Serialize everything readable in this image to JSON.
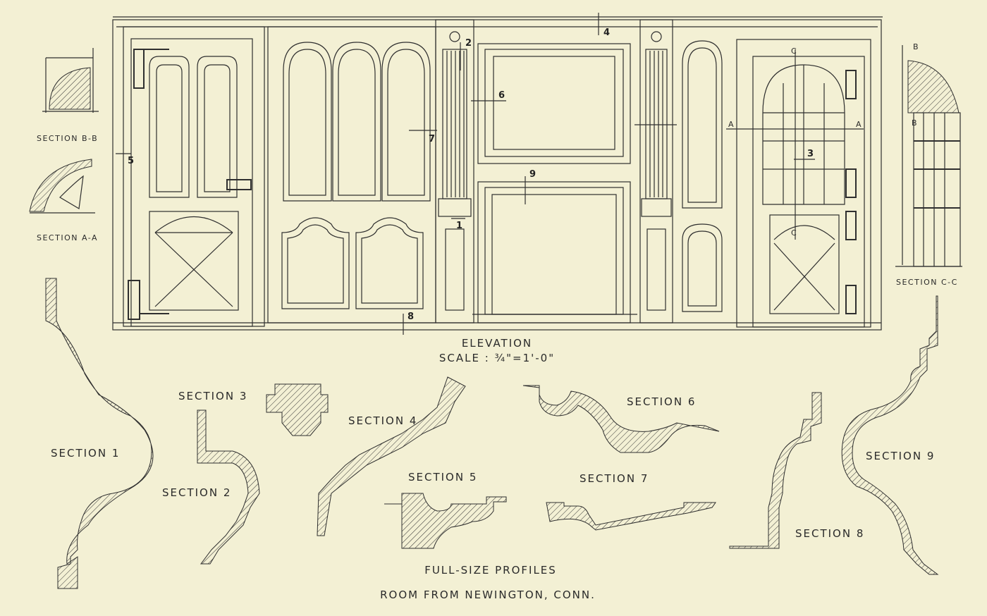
{
  "elevation": {
    "title": "ELEVATION",
    "scale": "SCALE : ¾\"=1'-0\""
  },
  "callouts": [
    "1",
    "2",
    "3",
    "4",
    "5",
    "6",
    "7",
    "8",
    "9"
  ],
  "side_sections": {
    "bb": "SECTION B-B",
    "aa": "SECTION A-A",
    "cc": "SECTION C-C",
    "marks": {
      "a": "A",
      "b": "B",
      "c": "C"
    }
  },
  "profiles": {
    "s1": "SECTION 1",
    "s2": "SECTION 2",
    "s3": "SECTION 3",
    "s4": "SECTION 4",
    "s5": "SECTION 5",
    "s6": "SECTION 6",
    "s7": "SECTION 7",
    "s8": "SECTION 8",
    "s9": "SECTION 9"
  },
  "footer": {
    "profiles_caption": "FULL-SIZE PROFILES",
    "room_caption": "ROOM FROM NEWINGTON, CONN."
  },
  "colors": {
    "paper": "#f3f0d4",
    "ink": "#2f2f2f"
  }
}
